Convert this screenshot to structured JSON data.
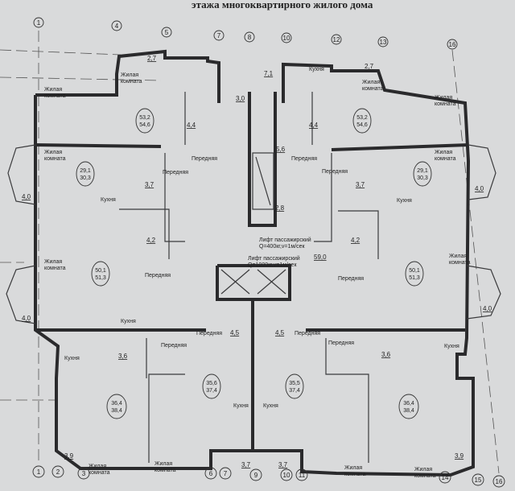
{
  "title": "этажа многоквартирного жилого дома",
  "axes_top": [
    "1",
    "4",
    "5",
    "7",
    "8",
    "10",
    "12",
    "13",
    "16"
  ],
  "axes_bottom": [
    "1",
    "2",
    "3",
    "6",
    "7",
    "9",
    "10",
    "11",
    "14",
    "15",
    "16"
  ],
  "rooms": {
    "living": "Жилая",
    "living2": "комната",
    "kitchen": "Кухня",
    "hall": "Передняя"
  },
  "dims": {
    "balc_tl": "2,7",
    "balc_tr": "2,7",
    "bath_tl": "4,4",
    "bath_tr": "4,4",
    "corr_30": "3,0",
    "hall_71": "7,1",
    "stair_56": "5,6",
    "stair_28": "2,8",
    "bath_37l": "3,7",
    "bath_37r": "3,7",
    "balc_40a": "4,0",
    "balc_40b": "4,0",
    "balc_40c": "4,0",
    "balc_40d": "4,0",
    "bath_42l": "4,2",
    "bath_42r": "4,2",
    "hall_590": "59,0",
    "bath_36l": "3,6",
    "bath_36r": "3,6",
    "bath_45l": "4,5",
    "bath_45r": "4,5",
    "balc_39l": "3,9",
    "balc_39r": "3,9",
    "balc_37l": "3,7",
    "balc_37r": "3,7"
  },
  "apartments": [
    {
      "area1": "53,2",
      "area2": "54,6"
    },
    {
      "area1": "53,2",
      "area2": "54,6"
    },
    {
      "area1": "29,1",
      "area2": "30,3"
    },
    {
      "area1": "29,1",
      "area2": "30,3"
    },
    {
      "area1": "50,1",
      "area2": "51,3"
    },
    {
      "area1": "50,1",
      "area2": "51,3"
    },
    {
      "area1": "36,4",
      "area2": "38,4"
    },
    {
      "area1": "35,6",
      "area2": "37,4"
    },
    {
      "area1": "35,5",
      "area2": "37,4"
    },
    {
      "area1": "36,4",
      "area2": "38,4"
    }
  ],
  "lifts": [
    {
      "line1": "Лифт пассажирский",
      "line2": "Q=400кг,v=1м/сек"
    },
    {
      "line1": "Лифт пассажирский",
      "line2": "Q=1000кг,v=1м/сек"
    }
  ]
}
